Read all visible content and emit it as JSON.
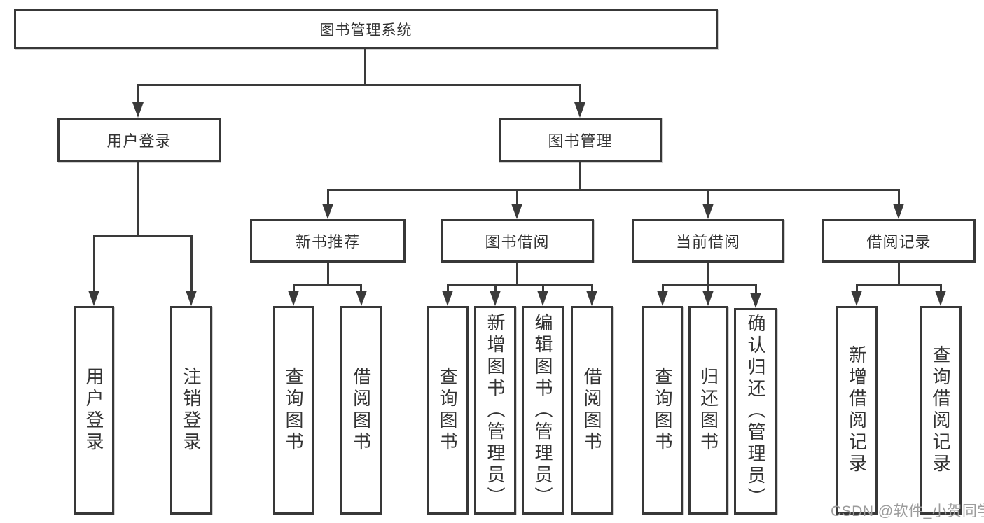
{
  "diagram": {
    "root": "图书管理系统",
    "level2": {
      "user_login": "用户登录",
      "book_management": "图书管理"
    },
    "level3": {
      "new_book_recommend": "新书推荐",
      "book_borrowing": "图书借阅",
      "current_borrowing": "当前借阅",
      "borrowing_records": "借阅记录"
    },
    "leaves": {
      "user_login": [
        "用户登录",
        "注销登录"
      ],
      "new_book_recommend": [
        "查询图书",
        "借阅图书"
      ],
      "book_borrowing": [
        "查询图书",
        "新增图书（管理员）",
        "编辑图书（管理员）",
        "借阅图书"
      ],
      "current_borrowing": [
        "查询图书",
        "归还图书",
        "确认归还（管理员）"
      ],
      "borrowing_records": [
        "新增借阅记录",
        "查询借阅记录"
      ]
    }
  },
  "watermark": {
    "text": "CSDN @软件_小贺同学"
  },
  "colors": {
    "line": "#3a3a3a",
    "box_border": "#383838",
    "box_fill": "#ffffff",
    "text": "#333333",
    "watermark": "#9c9c9c",
    "background": "#ffffff"
  }
}
